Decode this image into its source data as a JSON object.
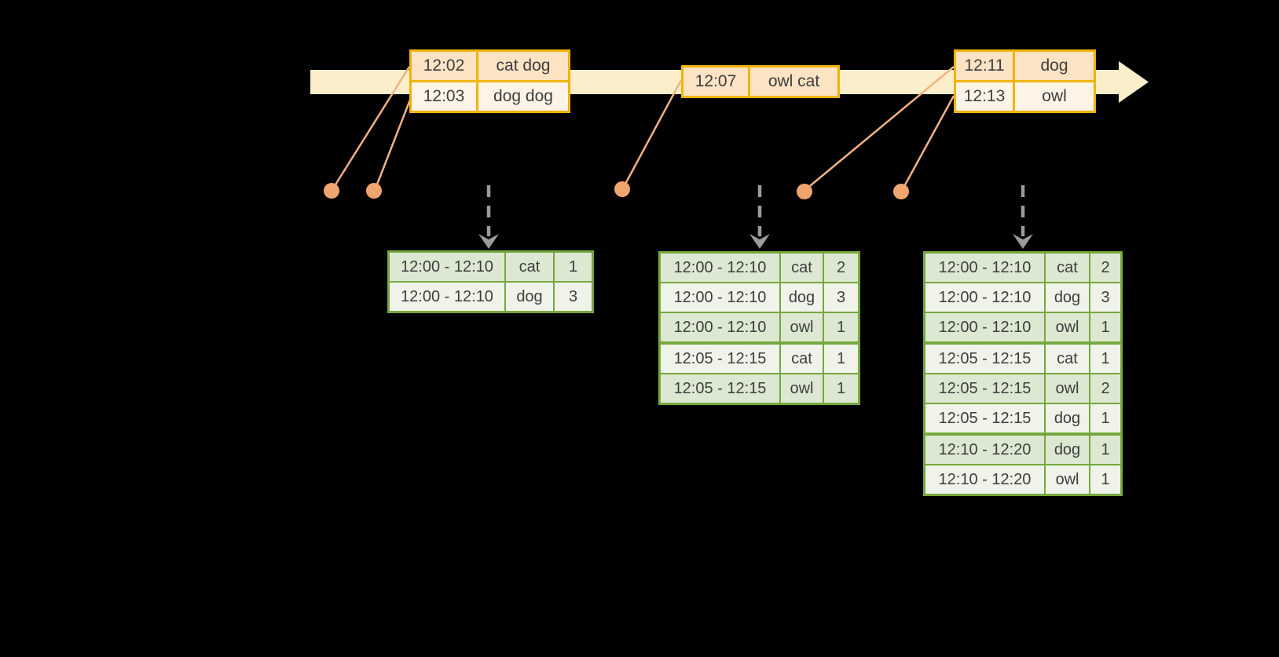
{
  "event_tables": [
    {
      "rows": [
        [
          "12:02",
          "cat dog"
        ],
        [
          "12:03",
          "dog dog"
        ]
      ]
    },
    {
      "rows": [
        [
          "12:07",
          "owl cat"
        ]
      ]
    },
    {
      "rows": [
        [
          "12:11",
          "dog"
        ],
        [
          "12:13",
          "owl"
        ]
      ]
    }
  ],
  "result_tables": [
    {
      "rows": [
        [
          "12:00 - 12:10",
          "cat",
          "1"
        ],
        [
          "12:00 - 12:10",
          "dog",
          "3"
        ]
      ]
    },
    {
      "rows": [
        [
          "12:00 - 12:10",
          "cat",
          "2"
        ],
        [
          "12:00 - 12:10",
          "dog",
          "3"
        ],
        [
          "12:00 - 12:10",
          "owl",
          "1"
        ],
        [
          "12:05 - 12:15",
          "cat",
          "1"
        ],
        [
          "12:05 - 12:15",
          "owl",
          "1"
        ]
      ]
    },
    {
      "rows": [
        [
          "12:00 - 12:10",
          "cat",
          "2"
        ],
        [
          "12:00 - 12:10",
          "dog",
          "3"
        ],
        [
          "12:00 - 12:10",
          "owl",
          "1"
        ],
        [
          "12:05 - 12:15",
          "cat",
          "1"
        ],
        [
          "12:05 - 12:15",
          "owl",
          "2"
        ],
        [
          "12:05 - 12:15",
          "dog",
          "1"
        ],
        [
          "12:10 - 12:20",
          "dog",
          "1"
        ],
        [
          "12:10 - 12:20",
          "owl",
          "1"
        ]
      ]
    }
  ],
  "icons": {
    "timeline_arrow": "right-arrow",
    "result_pointer": "dashed-down-arrow",
    "event_marker": "dot"
  },
  "colors": {
    "background": "#000000",
    "timeline_band": "#FAEFCA",
    "event_table_border": "#F0B400",
    "event_row_dark": "#FBE3C4",
    "event_row_light": "#FDF4E7",
    "connector_line": "#F3B183",
    "event_dot": "#F1A56E",
    "result_table_border": "#76A83E",
    "result_row_dark": "#DDE8D2",
    "result_row_light": "#EFF3EA",
    "dashed_arrow": "#9B9B9B",
    "text": "#3E3E3E"
  }
}
